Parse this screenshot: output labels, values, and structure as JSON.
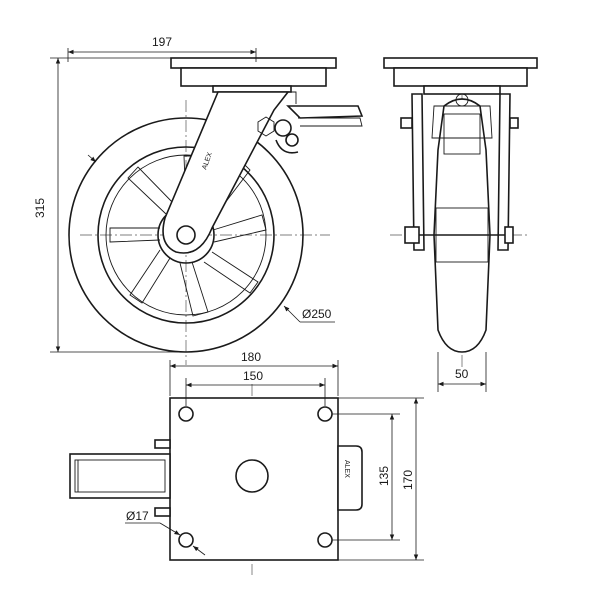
{
  "drawing": {
    "dimensions": {
      "mounting_height": "315",
      "plate_length": "197",
      "wheel_diameter": "Ø250",
      "wheel_width": "50",
      "plate_width": "180",
      "hole_spacing_x": "150",
      "hole_spacing_y": "135",
      "plate_depth": "170",
      "bolt_hole": "Ø17"
    },
    "markings": {
      "bracket_brand": "ALEX",
      "plate_brand": "ALEX"
    },
    "colors": {
      "line": "#1a1a1a",
      "background": "#ffffff"
    }
  }
}
